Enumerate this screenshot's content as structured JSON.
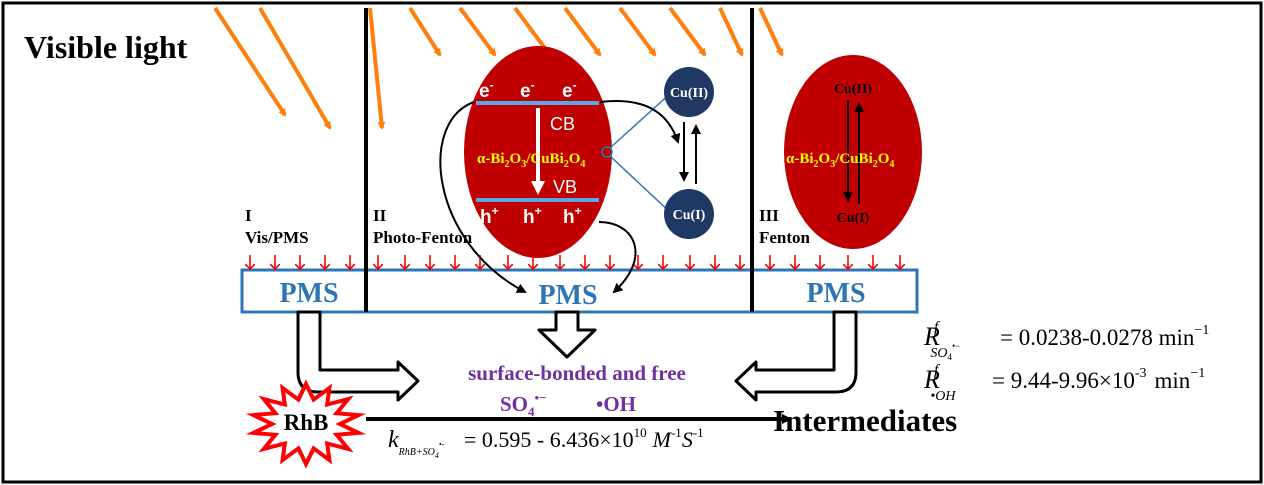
{
  "title": "Visible light",
  "regions": [
    {
      "numeral": "I",
      "label": "Vis/PMS"
    },
    {
      "numeral": "II",
      "label": "Photo-Fenton"
    },
    {
      "numeral": "III",
      "label": "Fenton"
    }
  ],
  "pms": [
    "PMS",
    "PMS",
    "PMS"
  ],
  "catalyst": {
    "electron": "e",
    "electron_sup": "-",
    "hole": "h",
    "hole_sup": "+",
    "cb": "CB",
    "vb": "VB",
    "name_parts": [
      "α-Bi",
      "2",
      "O",
      "3",
      "/CuBi",
      "2",
      "O",
      "4"
    ]
  },
  "copper": {
    "high": "Cu(II)",
    "low": "Cu(I)"
  },
  "radicals": {
    "line1": "surface-bonded and free",
    "so4_base": "SO",
    "so4_sub": "4",
    "so4_sup": "•−",
    "oh": "•OH"
  },
  "pollutant": "RhB",
  "product": "Intermediates",
  "rate_constant": {
    "k": "k",
    "k_sub": "RhB+SO",
    "k_sub_sub": "4",
    "k_sub_sup": "•-",
    "value": "= 0.595 - 6.436×10",
    "exp": "10",
    "unit_m": "M",
    "unit_m_exp": "-1",
    "unit_s": "S",
    "unit_s_exp": "-1"
  },
  "rate_so4": {
    "symbol": "R",
    "sup": "f",
    "sub": "SO",
    "sub_sub": "4",
    "sub_sup": "•−",
    "value": "= 0.0238-0.0278 min",
    "exp": "−1"
  },
  "rate_oh": {
    "symbol": "R",
    "sup": "f",
    "sub": "•OH",
    "value": "= 9.44-9.96×10",
    "exp1": "-3",
    "unit": "min",
    "exp2": "−1"
  },
  "colors": {
    "light_arrow": "#ff7f0e",
    "catalyst_fill": "#c00000",
    "band_line": "#5aa6e6",
    "copper_fill": "#1f3864",
    "pms_border": "#2e75b6",
    "pms_text": "#2e75b6",
    "radical_text": "#7030a0",
    "catalyst_name": "#ffff00",
    "small_arrow": "#ff0000"
  }
}
